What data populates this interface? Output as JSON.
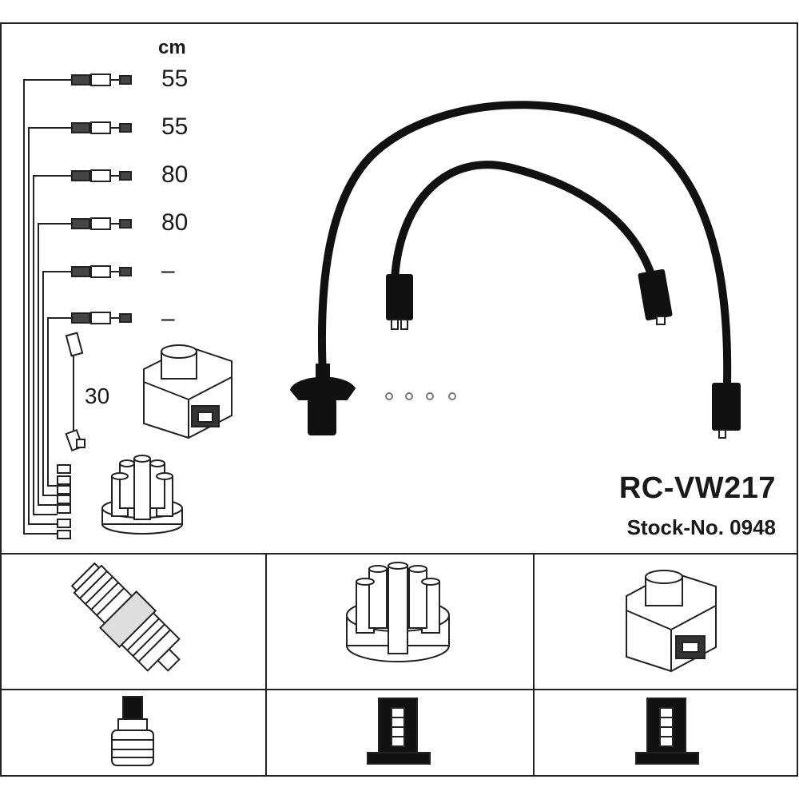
{
  "product": {
    "code": "RC-VW217",
    "stock_number": "Stock-No. 0948"
  },
  "lengths": {
    "unit": "cm",
    "cables": [
      "55",
      "55",
      "80",
      "80",
      "–",
      "–"
    ],
    "coil_cable": "30"
  },
  "icons": {
    "spark_plug": "spark-plug-icon",
    "distributor_cap": "distributor-cap-icon",
    "ignition_coil": "ignition-coil-icon",
    "plug_terminal": "plug-terminal-icon",
    "cap_terminal": "cap-terminal-icon",
    "coil_terminal": "coil-terminal-icon"
  }
}
